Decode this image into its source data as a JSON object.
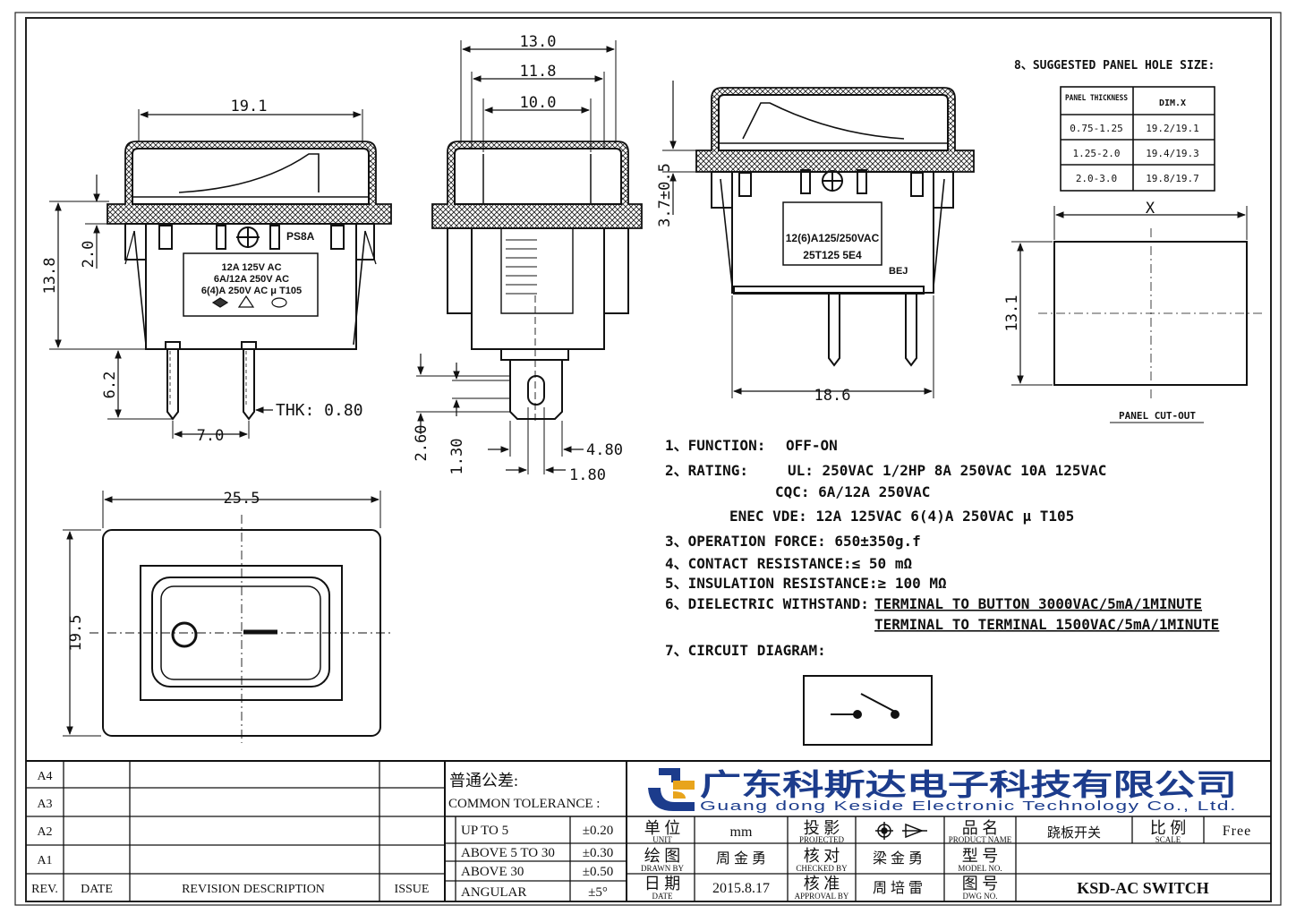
{
  "dims": {
    "front_width": "19.1",
    "front_height": "13.8",
    "front_mount": "2.0",
    "pin_len": "6.2",
    "pin_pitch": "7.0",
    "pin_thk": "THK: 0.80",
    "side_w1": "13.0",
    "side_w2": "11.8",
    "side_w3": "10.0",
    "side_d1": "2.60",
    "side_d2": "1.30",
    "side_d3": "4.80",
    "side_d4": "1.80",
    "top_height": "3.7±0.5",
    "top_width": "18.6",
    "bottom_width": "25.5",
    "bottom_height": "19.5",
    "cutout_x": "X",
    "cutout_h": "13.1"
  },
  "front_label": {
    "model": "PS8A",
    "lines": [
      "12A 125V AC",
      "6A/12A 250V AC",
      "6(4)A 250V AC μ T105"
    ]
  },
  "side_label": {
    "lines": [
      "12(6)A125/250VAC",
      "25T125 5E4"
    ],
    "mark": "BEJ"
  },
  "panel_hole": {
    "title": "8、SUGGESTED PANEL HOLE SIZE:",
    "headers": [
      "PANEL THICKNESS",
      "DIM.X"
    ],
    "rows": [
      [
        "0.75-1.25",
        "19.2/19.1"
      ],
      [
        "1.25-2.0",
        "19.4/19.3"
      ],
      [
        "2.0-3.0",
        "19.8/19.7"
      ]
    ],
    "cutout_label": "PANEL CUT-OUT"
  },
  "specs": {
    "function_label": "1、FUNCTION:",
    "function_value": "OFF-ON",
    "rating_label": "2、RATING:",
    "rating_ul": "UL: 250VAC 1/2HP 8A 250VAC 10A 125VAC",
    "rating_cqc": "CQC: 6A/12A 250VAC",
    "rating_enec": "ENEC VDE: 12A 125VAC 6(4)A 250VAC μ T105",
    "force": "3、OPERATION FORCE: 650±350g.f",
    "contact": "4、CONTACT RESISTANCE:≤ 50 mΩ",
    "insulation": "5、INSULATION RESISTANCE:≥ 100 MΩ",
    "dielectric_label": "6、DIELECTRIC WITHSTAND:",
    "dielectric_1": "TERMINAL TO BUTTON 3000VAC/5mA/1MINUTE",
    "dielectric_2": "TERMINAL TO TERMINAL 1500VAC/5mA/1MINUTE",
    "circuit": "7、CIRCUIT DIAGRAM:"
  },
  "title_block": {
    "revisions": [
      "A4",
      "A3",
      "A2",
      "A1"
    ],
    "rev_headers": [
      "REV.",
      "DATE",
      "REVISION DESCRIPTION",
      "ISSUE"
    ],
    "tolerance_cn": "普通公差:",
    "tolerance_en": "COMMON TOLERANCE :",
    "tolerances": [
      [
        "UP TO 5",
        "±0.20"
      ],
      [
        "ABOVE 5 TO 30",
        "±0.30"
      ],
      [
        "ABOVE 30",
        "±0.50"
      ],
      [
        "ANGULAR",
        "±5°"
      ]
    ],
    "company_cn": "广东科斯达电子科技有限公司",
    "company_en": "Guang dong Keside  Electronic Technology Co., Ltd.",
    "unit_cn": "单 位",
    "unit_en": "UNIT",
    "unit_value": "mm",
    "projected_cn": "投 影",
    "projected_en": "PROJECTED",
    "product_name_cn": "品 名",
    "product_name_en": "PRODUCT NAME",
    "product_name_value": "跷板开关",
    "scale_cn": "比 例",
    "scale_en": "SCALE",
    "scale_value": "Free",
    "drawn_cn": "绘 图",
    "drawn_en": "DRAWN BY",
    "drawn_value": "周 金 勇",
    "checked_cn": "核 对",
    "checked_en": "CHECKED BY",
    "checked_value": "梁 金 勇",
    "model_cn": "型 号",
    "model_en": "MODEL NO.",
    "date_cn": "日 期",
    "date_en": "DATE",
    "date_value": "2015.8.17",
    "approval_cn": "核 准",
    "approval_en": "APPROVAL BY",
    "approval_value": "周 培 雷",
    "dwg_cn": "图 号",
    "dwg_en": "DWG NO.",
    "dwg_value": "KSD-AC SWITCH"
  }
}
